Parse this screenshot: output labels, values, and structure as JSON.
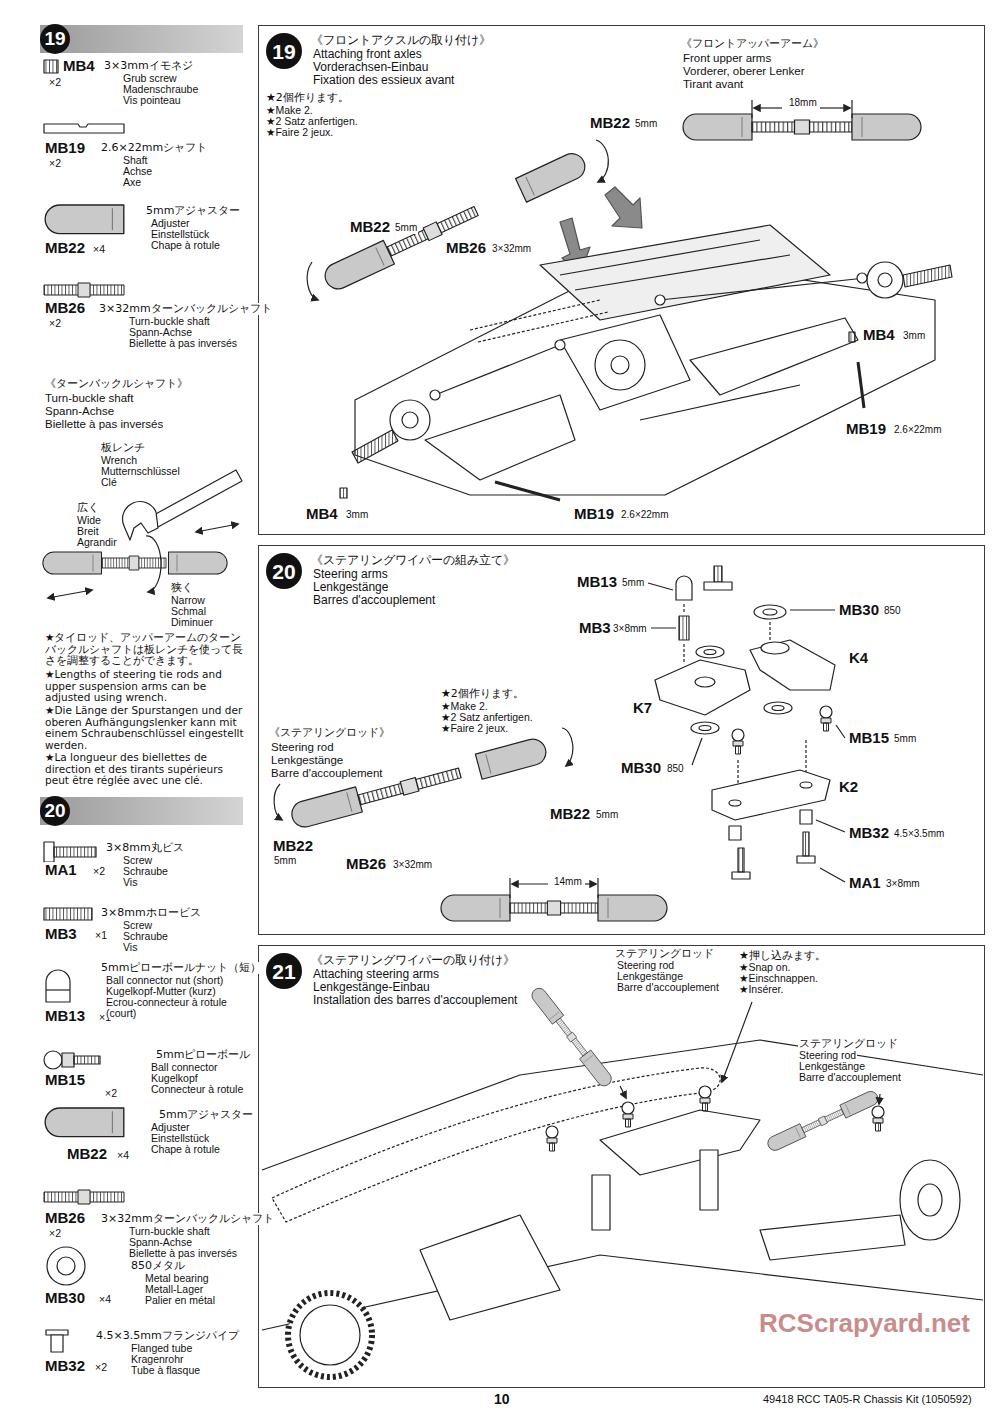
{
  "diagram": {
    "nodes": [
      {
        "text": [
          "19"
        ]
      },
      {
        "text": [
          "20"
        ]
      },
      {
        "text": [
          "《フロントアクスルの取り付け》",
          "Attaching front axles",
          "Vorderachsen-Einbau",
          "Fixation des essieux avant"
        ]
      },
      {
        "text": [
          "19"
        ],
        "in": 2
      },
      {
        "text": [
          "《ステアリングワイパーの組み立て》",
          "Steering arms",
          "Lenkgestänge",
          "Barres d'accouplement"
        ]
      },
      {
        "text": [
          "20"
        ],
        "in": 4
      },
      {
        "text": [
          "《ステアリングワイパーの取り付け》",
          "Attaching steering arms",
          "Lenkgestänge-Einbau",
          "Installation des barres d'accouplement"
        ]
      },
      {
        "text": [
          "21"
        ],
        "in": 6
      }
    ],
    "labels": [
      "MB4",
      "×2",
      "3×3mmイモネジ",
      "Grub screw",
      "Madenschraube",
      "Vis pointeau",
      "MB19",
      "×2",
      "2.6×22mmシャフト",
      "Shaft",
      "Achse",
      "Axe",
      "MB22",
      "×4",
      "5mmアジャスター",
      "Adjuster",
      "Einstellstück",
      "Chape à rotule",
      "MB26",
      "×2",
      "3×32mmターンバックルシャフト",
      "Turn-buckle shaft",
      "Spann-Achse",
      "Biellette à pas inversés",
      "《ターンバックルシャフト》",
      "Turn-buckle shaft",
      "Spann-Achse",
      "Biellette à pas inversés",
      "板レンチ",
      "Wrench",
      "Mutternschlüssel",
      "Clé",
      "広く",
      "Wide",
      "Breit",
      "Agrandir",
      "狭く",
      "Narrow",
      "Schmal",
      "Diminuer",
      "★タイロッド、アッパーアームのターンバックルシャフトは板レンチを使って長さを調整することができます。",
      "★Lengths of steering tie rods and upper suspension arms can be adjusted using wrench.",
      "★Die Länge der Spurstangen und der oberen Aufhängungslenker kann mit einem Schraubenschlüssel eingestellt werden.",
      "★La longueur des biellettes de direction et des tirants supérieurs peut être réglée avec une clé.",
      "MA1",
      "×2",
      "3×8mm丸ビス",
      "Screw",
      "Schraube",
      "Vis",
      "MB3",
      "×1",
      "3×8mmホロービス",
      "Screw",
      "Schraube",
      "Vis",
      "MB13",
      "×1",
      "5mmピローボールナット（短）",
      "Ball connector nut (short)",
      "Kugelkopf-Mutter (kurz)",
      "Ecrou-connecteur à rotule",
      "(court)",
      "MB15",
      "×2",
      "5mmピローボール",
      "Ball connector",
      "Kugelkopf",
      "Connecteur à rotule",
      "MB22",
      "×4",
      "5mmアジャスター",
      "Adjuster",
      "Einstellstück",
      "Chape à rotule",
      "MB26",
      "×2",
      "3×32mmターンバックルシャフト",
      "Turn-buckle shaft",
      "Spann-Achse",
      "Biellette à pas inversés",
      "MB30",
      "×4",
      "850メタル",
      "Metal bearing",
      "Metall-Lager",
      "Palier en métal",
      "MB32",
      "×2",
      "4.5×3.5mmフランジパイプ",
      "Flanged tube",
      "Kragenrohr",
      "Tube à flasque",
      "★2個作ります。",
      "★Make 2.",
      "★2 Satz anfertigen.",
      "★Faire 2 jeux.",
      "《フロントアッパーアーム》",
      "Front upper arms",
      "Vorderer, oberer Lenker",
      "Tirant avant",
      "18mm",
      "MB22",
      "5mm",
      "MB26",
      "3×32mm",
      "MB22",
      "5mm",
      "MB4",
      "3mm",
      "MB19",
      "2.6×22mm",
      "MB4",
      "3mm",
      "MB19",
      "2.6×22mm",
      "《ステアリングロッド》",
      "Steering rod",
      "Lenkgestänge",
      "Barre d'accouplement",
      "★2個作ります。",
      "★Make 2.",
      "★2 Satz anfertigen.",
      "★Faire 2 jeux.",
      "MB22",
      "5mm",
      "MB22",
      "5mm",
      "MB26",
      "3×32mm",
      "14mm",
      "MB13",
      "5mm",
      "MB3",
      "3×8mm",
      "MB30",
      "850",
      "K4",
      "K7",
      "MB15",
      "5mm",
      "K2",
      "MB30",
      "850",
      "MB32",
      "4.5×3.5mm",
      "MA1",
      "3×8mm",
      "ステアリングロッド",
      "Steering rod",
      "Lenkgestänge",
      "Barre d'accouplement",
      "★押し込みます。",
      "★Snap on.",
      "★Einschnappen.",
      "★Insérer.",
      "ステアリングロッド",
      "Steering rod",
      "Lenkgestänge",
      "Barre d'accouplement",
      "RCScrapyard.net",
      "10",
      "49418 RCC TA05-R Chassis Kit (1050592)"
    ]
  }
}
